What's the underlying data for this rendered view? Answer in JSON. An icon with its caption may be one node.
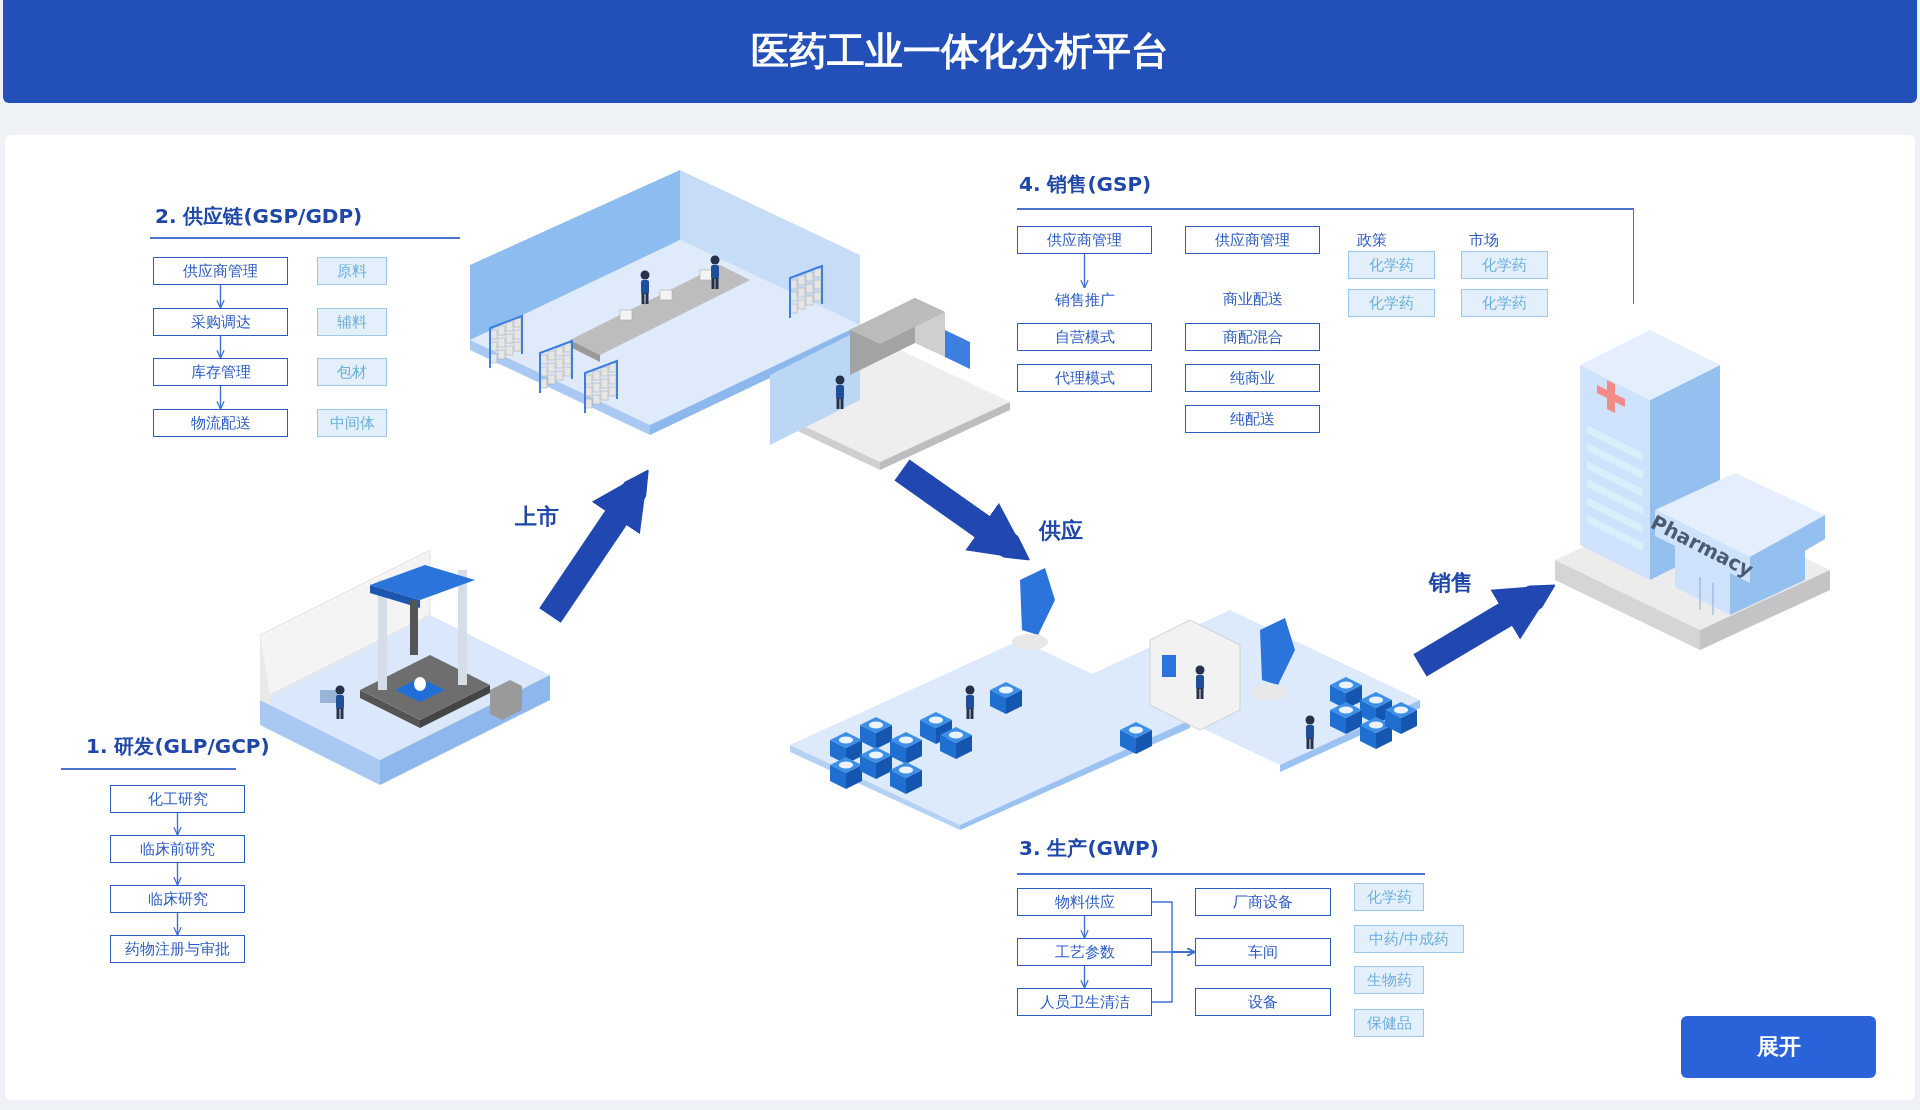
{
  "diagram": {
    "title": "医药工业一体化分析平台",
    "nodes": [
      {
        "text": [],
        "shape": "picture"
      },
      {
        "text": [
          "化工研究"
        ]
      },
      {
        "text": [
          "临床前研究"
        ]
      },
      {
        "text": [
          "临床研究"
        ]
      },
      {
        "text": [
          "药物注册与审批"
        ]
      },
      {
        "text": [],
        "shape": "picture"
      },
      {
        "text": [
          "供应商管理"
        ]
      },
      {
        "text": [
          "采购调达"
        ]
      },
      {
        "text": [
          "库存管理"
        ]
      },
      {
        "text": [
          "物流配送"
        ]
      },
      {
        "text": [
          "原料"
        ]
      },
      {
        "text": [
          "辅料"
        ]
      },
      {
        "text": [
          "包材"
        ]
      },
      {
        "text": [
          "中间体"
        ]
      },
      {
        "text": [],
        "shape": "picture"
      },
      {
        "text": [
          "物料供应"
        ]
      },
      {
        "text": [
          "工艺参数"
        ]
      },
      {
        "text": [
          "人员卫生清洁"
        ]
      },
      {
        "text": [
          "厂商设备"
        ]
      },
      {
        "text": [
          "车间"
        ]
      },
      {
        "text": [
          "设备"
        ]
      },
      {
        "text": [
          "化学药"
        ]
      },
      {
        "text": [
          "中药/中成药"
        ]
      },
      {
        "text": [
          "生物药"
        ]
      },
      {
        "text": [
          "保健品"
        ]
      },
      {
        "text": [],
        "shape": "picture"
      },
      {
        "text": [
          "供应商管理"
        ]
      },
      {
        "text": [
          "销售推广"
        ]
      },
      {
        "text": [
          "自营模式"
        ]
      },
      {
        "text": [
          "代理模式"
        ]
      },
      {
        "text": [
          "供应商管理"
        ]
      },
      {
        "text": [
          "商配混合"
        ]
      },
      {
        "text": [
          "纯商业"
        ]
      },
      {
        "text": [
          "纯配送"
        ]
      },
      {
        "text": [
          "化学药"
        ]
      },
      {
        "text": [
          "化学药"
        ]
      },
      {
        "text": [
          "化学药"
        ]
      },
      {
        "text": [
          "化学药"
        ]
      }
    ],
    "edges": [
      {
        "from": 1,
        "to": 2,
        "arrow": "to"
      },
      {
        "from": 2,
        "to": 3,
        "arrow": "to"
      },
      {
        "from": 3,
        "to": 4,
        "arrow": "to"
      },
      {
        "from": 6,
        "to": 7,
        "arrow": "to"
      },
      {
        "from": 7,
        "to": 8,
        "arrow": "to"
      },
      {
        "from": 8,
        "to": 9,
        "arrow": "to"
      },
      {
        "from": 15,
        "to": 16,
        "arrow": "to"
      },
      {
        "from": 16,
        "to": 17,
        "arrow": "to"
      },
      {
        "from": 15,
        "to": 19,
        "arrow": "to"
      },
      {
        "from": 16,
        "to": 19,
        "arrow": "to"
      },
      {
        "from": 17,
        "to": 19,
        "arrow": "to"
      },
      {
        "from": 26,
        "to": 27,
        "arrow": "to"
      },
      {
        "from": 0,
        "to": 5,
        "arrow": "to",
        "label": "上市",
        "style": "thick",
        "color": "#2148b0"
      },
      {
        "from": 5,
        "to": 14,
        "arrow": "to",
        "label": "供应",
        "style": "thick",
        "color": "#2148b0"
      },
      {
        "from": 14,
        "to": 25,
        "arrow": "to",
        "label": "销售",
        "style": "thick",
        "color": "#2148b0"
      }
    ],
    "labels": [
      "2. 供应链(GSP/GDP)",
      "4. 销售(GSP)",
      "政策",
      "市场",
      "商业配送",
      "Pharmacy",
      "1. 研发(GLP/GCP)",
      "3. 生产(GWP)",
      "展开"
    ]
  }
}
